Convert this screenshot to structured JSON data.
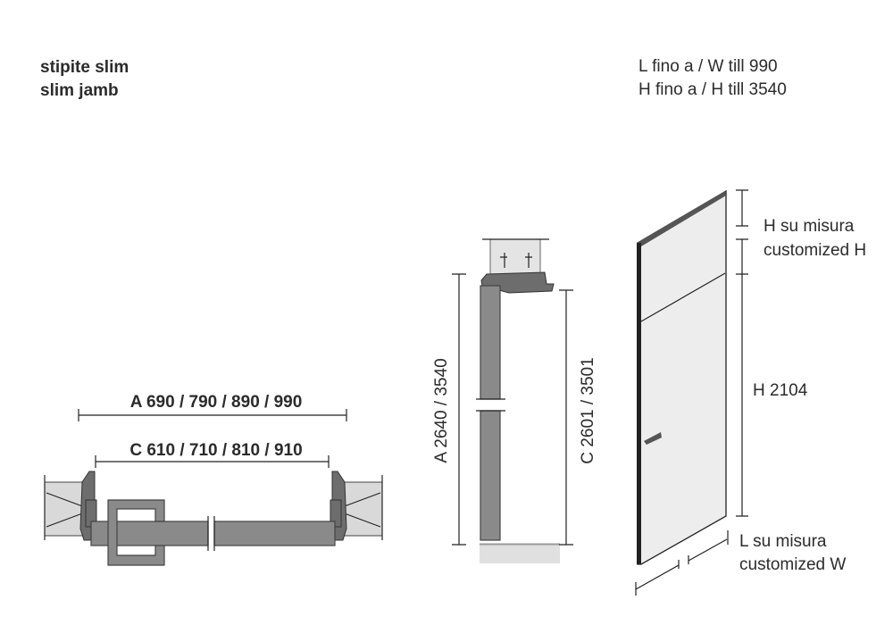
{
  "title": {
    "line1": "stipite slim",
    "line2": "slim jamb"
  },
  "limits": {
    "line1": "L fino a / W till 990",
    "line2": "H fino a / H till 3540"
  },
  "plan_view": {
    "dim_a": "A 690 / 790 / 890 / 990",
    "dim_c": "C 610 / 710 / 810 / 910"
  },
  "section_view": {
    "dim_a": "A 2640 / 3540",
    "dim_c": "C 2601 / 3501"
  },
  "door_view": {
    "h_custom_1": "H su misura",
    "h_custom_2": "customized H",
    "h_standard": "H 2104",
    "w_custom_1": "L su misura",
    "w_custom_2": "customized W"
  }
}
